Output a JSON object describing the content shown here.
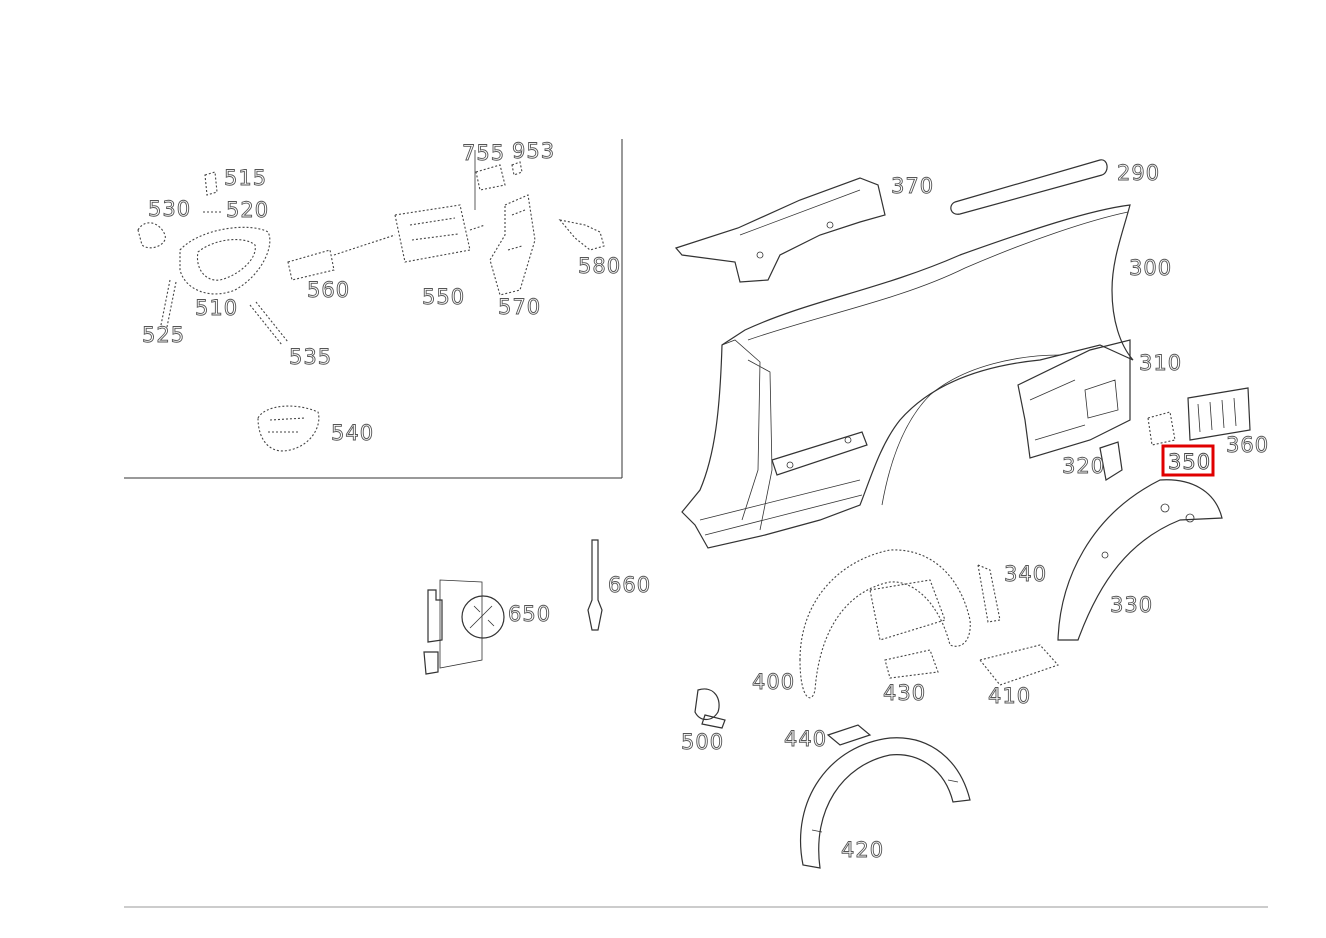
{
  "diagram": {
    "highlighted_part": "350",
    "highlight_color": "#e00000",
    "callouts": {
      "c755": "755",
      "c953": "953",
      "c515": "515",
      "c530": "530",
      "c520": "520",
      "c560": "560",
      "c550": "550",
      "c580": "580",
      "c510": "510",
      "c570": "570",
      "c525": "525",
      "c535": "535",
      "c540": "540",
      "c370": "370",
      "c290": "290",
      "c300": "300",
      "c310": "310",
      "c360": "360",
      "c350": "350",
      "c320": "320",
      "c340": "340",
      "c330": "330",
      "c660": "660",
      "c650": "650",
      "c400": "400",
      "c430": "430",
      "c410": "410",
      "c500": "500",
      "c440": "440",
      "c420": "420"
    }
  }
}
